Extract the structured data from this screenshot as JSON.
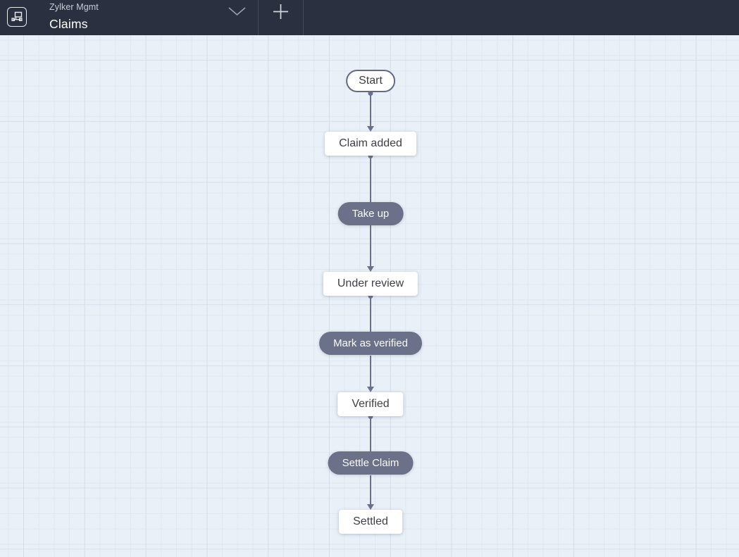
{
  "header": {
    "org_name": "Zylker Mgmt",
    "process_name": "Claims",
    "icons": [
      "blueprint-icon",
      "chevron-down-icon",
      "plus-icon"
    ]
  },
  "canvas": {
    "nodes": [
      {
        "id": "start",
        "type": "start",
        "label": "Start"
      },
      {
        "id": "claim-added",
        "type": "state",
        "label": "Claim added"
      },
      {
        "id": "take-up",
        "type": "transition",
        "label": "Take up"
      },
      {
        "id": "under-review",
        "type": "state",
        "label": "Under review"
      },
      {
        "id": "mark-as-verified",
        "type": "transition",
        "label": "Mark as verified"
      },
      {
        "id": "verified",
        "type": "state",
        "label": "Verified"
      },
      {
        "id": "settle-claim",
        "type": "transition",
        "label": "Settle Claim"
      },
      {
        "id": "settled",
        "type": "state",
        "label": "Settled"
      }
    ],
    "connectors": [
      {
        "from": "Start",
        "to": "Claim added"
      },
      {
        "from": "Claim added",
        "to": "Take up"
      },
      {
        "from": "Take up",
        "to": "Under review"
      },
      {
        "from": "Under review",
        "to": "Mark as verified"
      },
      {
        "from": "Mark as verified",
        "to": "Verified"
      },
      {
        "from": "Verified",
        "to": "Settle Claim"
      },
      {
        "from": "Settle Claim",
        "to": "Settled"
      }
    ]
  },
  "theme": {
    "header_bg": "#2a3040",
    "divider": "#434a59",
    "canvas_bg": "#eaf0f8",
    "grid_minor": "#e0e7f1",
    "grid_major": "#d7deeb",
    "connector": "#6b7189",
    "transition_bg": "#6a7189",
    "start_border": "#636a82",
    "state_text": "#3e4044"
  }
}
